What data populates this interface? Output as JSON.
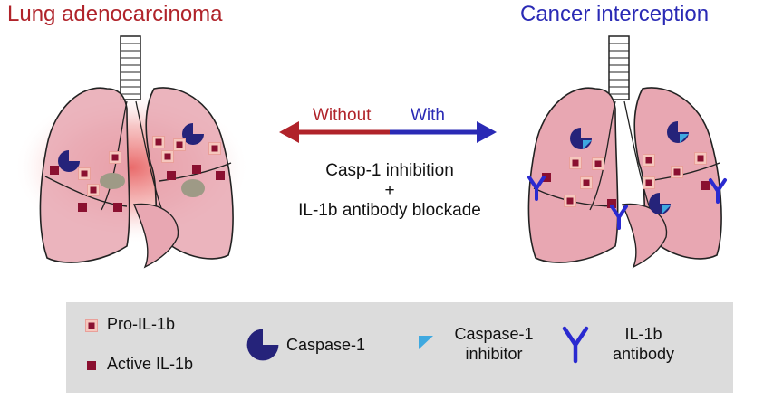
{
  "titles": {
    "left": "Lung adenocarcinoma",
    "right": "Cancer interception"
  },
  "arrow": {
    "without": "Without",
    "with": "With"
  },
  "treatment": {
    "line1": "Casp-1 inhibition",
    "line2": "+",
    "line3": "IL-1b antibody blockade"
  },
  "legend": {
    "pro_il1b": "Pro-IL-1b",
    "active_il1b": "Active IL-1b",
    "caspase1": "Caspase-1",
    "inhibitor_line1": "Caspase-1",
    "inhibitor_line2": "inhibitor",
    "antibody_line1": "IL-1b",
    "antibody_line2": "antibody"
  },
  "colors": {
    "red": "#b0232a",
    "blue": "#2a2ab5",
    "lung": "#e8a7b2",
    "caspase": "#25237a",
    "active": "#8a1030",
    "pro_fill": "#f6c7bd",
    "inhibitor": "#3fa9e0",
    "antibody": "#2a2ad0",
    "inflammation": "#e23a3a"
  }
}
